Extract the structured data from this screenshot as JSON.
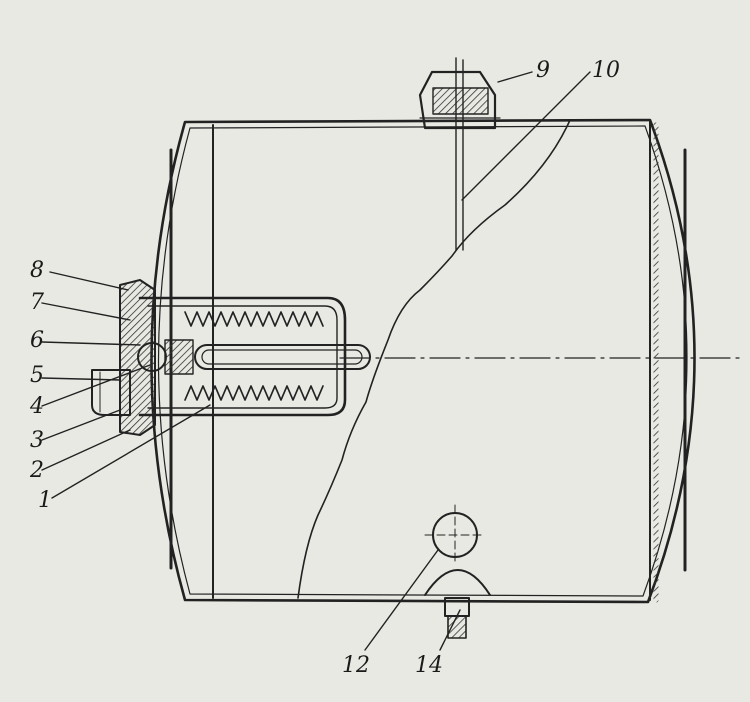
{
  "colors": {
    "paper": "#e9e9e4",
    "ink": "#222222",
    "hatch": "#3a3a3a"
  },
  "labels": {
    "l1": "1",
    "l2": "2",
    "l3": "3",
    "l4": "4",
    "l5": "5",
    "l6": "6",
    "l7": "7",
    "l8": "8",
    "l9": "9",
    "l10": "10",
    "l12": "12",
    "l14": "14"
  }
}
